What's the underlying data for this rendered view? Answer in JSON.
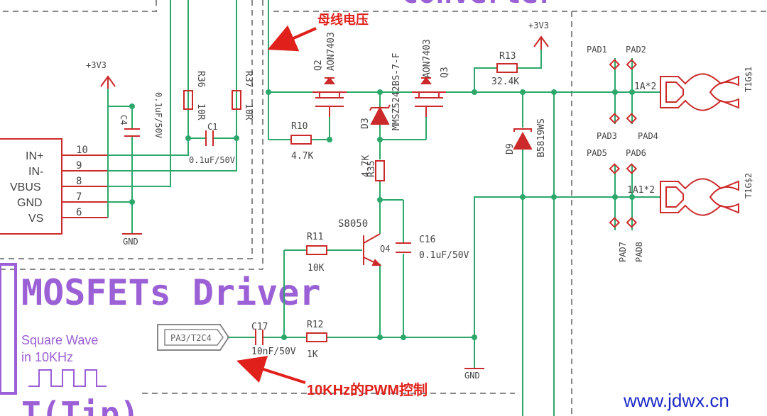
{
  "colors": {
    "wire": "#2ba86a",
    "part": "#cc2a2a",
    "text": "#444444",
    "frame": "#888888",
    "accent": "#9b5fd6",
    "annotation": "#e0201a",
    "watermark": "#1a28c8"
  },
  "sections": {
    "converter_title": "Converter",
    "driver_title": "MOSFETs Driver",
    "tip_title": "T(Tip)"
  },
  "connector": {
    "pins": [
      {
        "name": "IN+",
        "num": "10"
      },
      {
        "name": "IN-",
        "num": "9"
      },
      {
        "name": "VBUS",
        "num": "8"
      },
      {
        "name": "GND",
        "num": "7"
      },
      {
        "name": "VS",
        "num": "6"
      }
    ]
  },
  "power": {
    "left_3v3": "+3V3",
    "right_3v3": "+3V3",
    "gnd_left": "GND",
    "gnd_right": "GND"
  },
  "components": {
    "c4_ref": "C4",
    "c4_val": "0.1uF/50V",
    "r36_ref": "R36",
    "r36_val": "10R",
    "r37_ref": "R37",
    "r37_val": "10R",
    "c1_ref": "C1",
    "c1_val": "0.1uF/50V",
    "q2_ref": "Q2",
    "q2_part": "AON7403",
    "q3_ref": "Q3",
    "q3_part": "AON7403",
    "d3_ref": "D3",
    "d3_part": "MMSZ5242BS-7-F",
    "r10_ref": "R10",
    "r10_val": "4.7K",
    "r35_ref": "R35",
    "r35_val": "4.7K",
    "r13_ref": "R13",
    "r13_val": "32.4K",
    "d9_ref": "D9",
    "d9_part": "B5819WS",
    "q4_ref": "Q4",
    "q4_part": "S8050",
    "c16_ref": "C16",
    "c16_val": "0.1uF/50V",
    "r11_ref": "R11",
    "r11_val": "10K",
    "r12_ref": "R12",
    "r12_val": "1K",
    "c17_ref": "C17",
    "c17_val": "10nF/50V",
    "net_label": "PA3/T2C4"
  },
  "pads": {
    "pad1": "PAD1",
    "pad2": "PAD2",
    "pad3": "PAD3",
    "pad4": "PAD4",
    "pad5": "PAD5",
    "pad6": "PAD6",
    "pad7": "PAD7",
    "pad8": "PAD8",
    "t1_ref": "T1G$1",
    "t1_net": "1A*2",
    "t2_ref": "T1G$2",
    "t2_net": "1A1*2"
  },
  "annotations": {
    "bus_voltage": "母线电压",
    "pwm_control": "10KHz的PWM控制",
    "square_wave_line1": "Square Wave",
    "square_wave_line2": "in 10KHz"
  },
  "watermark": "www.jdwx.cn"
}
